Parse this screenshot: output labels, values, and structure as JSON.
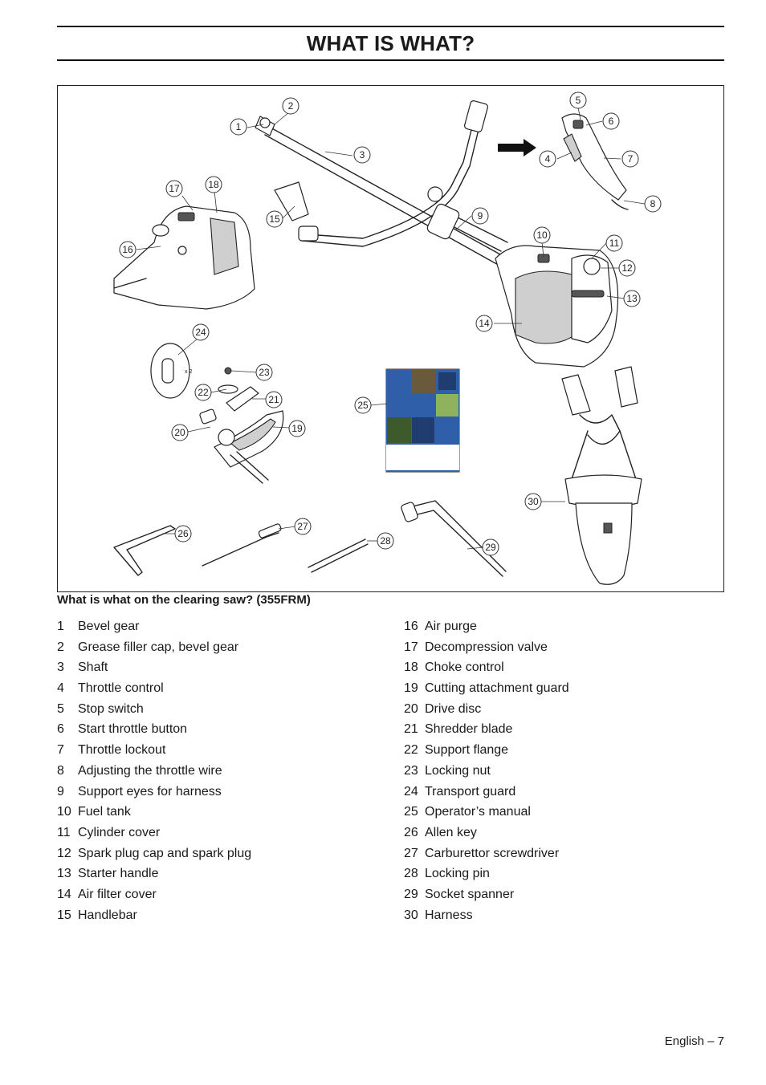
{
  "header": {
    "title": "WHAT IS WHAT?"
  },
  "figure": {
    "caption": "What is what on the clearing saw? (355FRM)",
    "guard_multiplier": "x 2",
    "callouts": [
      "1",
      "2",
      "3",
      "4",
      "5",
      "6",
      "7",
      "8",
      "9",
      "10",
      "11",
      "12",
      "13",
      "14",
      "15",
      "16",
      "17",
      "18",
      "19",
      "20",
      "21",
      "22",
      "23",
      "24",
      "25",
      "26",
      "27",
      "28",
      "29",
      "30"
    ]
  },
  "parts_left": [
    {
      "num": "1",
      "label": "Bevel gear"
    },
    {
      "num": "2",
      "label": "Grease filler cap, bevel gear"
    },
    {
      "num": "3",
      "label": "Shaft"
    },
    {
      "num": "4",
      "label": "Throttle control"
    },
    {
      "num": "5",
      "label": "Stop switch"
    },
    {
      "num": "6",
      "label": "Start throttle button"
    },
    {
      "num": "7",
      "label": "Throttle lockout"
    },
    {
      "num": "8",
      "label": "Adjusting the throttle wire"
    },
    {
      "num": "9",
      "label": "Support eyes for harness"
    },
    {
      "num": "10",
      "label": "Fuel tank"
    },
    {
      "num": "11",
      "label": "Cylinder cover"
    },
    {
      "num": "12",
      "label": "Spark plug cap and spark plug"
    },
    {
      "num": "13",
      "label": "Starter handle"
    },
    {
      "num": "14",
      "label": "Air filter cover"
    },
    {
      "num": "15",
      "label": "Handlebar"
    }
  ],
  "parts_right": [
    {
      "num": "16",
      "label": "Air purge"
    },
    {
      "num": "17",
      "label": "Decompression valve"
    },
    {
      "num": "18",
      "label": "Choke control"
    },
    {
      "num": "19",
      "label": "Cutting attachment guard"
    },
    {
      "num": "20",
      "label": "Drive disc"
    },
    {
      "num": "21",
      "label": "Shredder blade"
    },
    {
      "num": "22",
      "label": "Support flange"
    },
    {
      "num": "23",
      "label": "Locking nut"
    },
    {
      "num": "24",
      "label": "Transport guard"
    },
    {
      "num": "25",
      "label": "Operator’s manual"
    },
    {
      "num": "26",
      "label": "Allen key"
    },
    {
      "num": "27",
      "label": "Carburettor screwdriver"
    },
    {
      "num": "28",
      "label": "Locking pin"
    },
    {
      "num": "29",
      "label": "Socket spanner"
    },
    {
      "num": "30",
      "label": "Harness"
    }
  ],
  "footer": {
    "page": "English – 7"
  },
  "colors": {
    "manual_blue": "#2f5fa8",
    "rule": "#111111"
  }
}
